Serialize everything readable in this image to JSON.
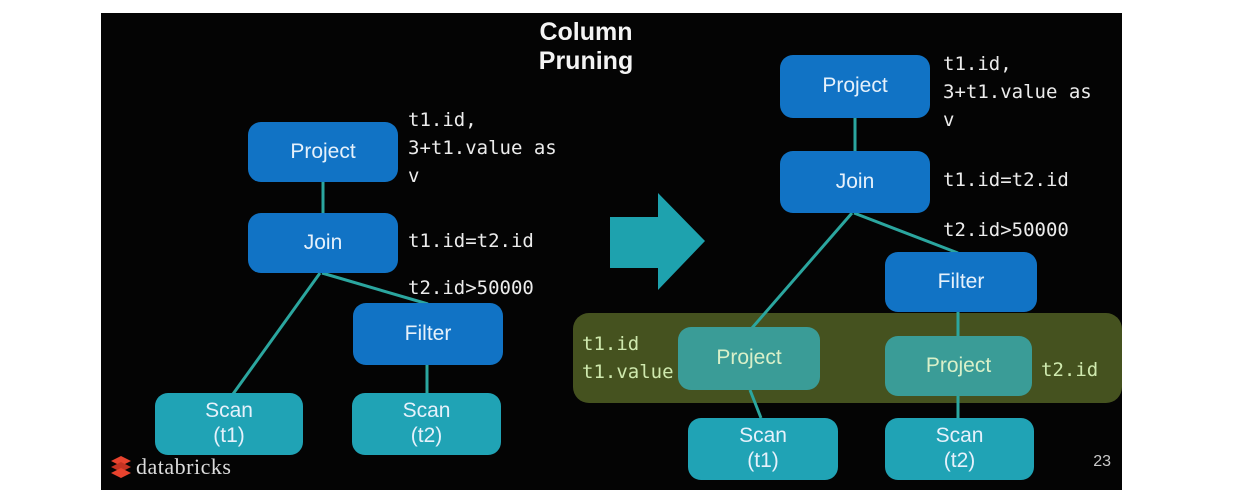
{
  "title": "Column\nPruning",
  "colors": {
    "slide_background": "#040404",
    "node_blue": "#1173c5",
    "node_teal": "#20a3b5",
    "band_olive": "#45521f",
    "band_node_teal": "#3a9c97",
    "band_text_green": "#cfe9ae",
    "connector_teal": "#2ba69f",
    "arrow_teal": "#1ea2ae",
    "logo_red": "#e8432e"
  },
  "left_tree": {
    "project_label": "Project",
    "join_label": "Join",
    "filter_label": "Filter",
    "scan1_label": "Scan\n(t1)",
    "scan2_label": "Scan\n(t2)",
    "project_annotation": "t1.id,\n3+t1.value as\nv",
    "join_annotation": "t1.id=t2.id",
    "filter_annotation": "t2.id>50000"
  },
  "right_tree": {
    "project_label": "Project",
    "join_label": "Join",
    "filter_label": "Filter",
    "band_project1_label": "Project",
    "band_project2_label": "Project",
    "scan1_label": "Scan\n(t1)",
    "scan2_label": "Scan\n(t2)",
    "project_annotation": "t1.id,\n3+t1.value as\nv",
    "join_annotation": "t1.id=t2.id",
    "filter_annotation": "t2.id>50000",
    "band_label_left": "t1.id\nt1.value",
    "band_label_right": "t2.id"
  },
  "footer": {
    "logo_text": "databricks",
    "page_number": "23"
  }
}
